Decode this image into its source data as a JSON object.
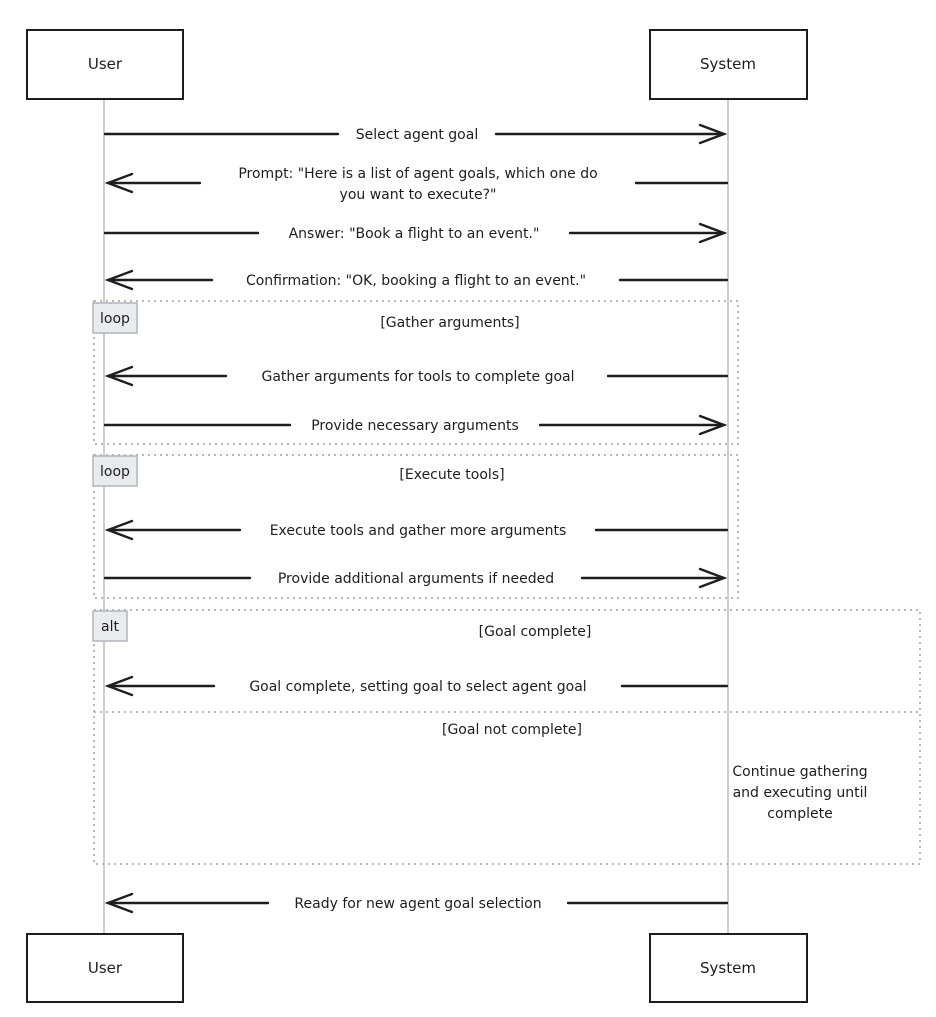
{
  "actors": {
    "user": "User",
    "system": "System"
  },
  "messages": [
    {
      "id": "m1",
      "lines": [
        "Select agent goal"
      ],
      "direction": "right"
    },
    {
      "id": "m2",
      "lines": [
        "Prompt: \"Here is a list of agent goals, which one do",
        "you want to execute?\""
      ],
      "direction": "left"
    },
    {
      "id": "m3",
      "lines": [
        "Answer: \"Book a flight to an event.\""
      ],
      "direction": "right"
    },
    {
      "id": "m4",
      "lines": [
        "Confirmation: \"OK, booking a flight to an event.\""
      ],
      "direction": "left"
    },
    {
      "id": "m5",
      "lines": [
        "Gather arguments for tools to complete goal"
      ],
      "direction": "left"
    },
    {
      "id": "m6",
      "lines": [
        "Provide necessary arguments"
      ],
      "direction": "right"
    },
    {
      "id": "m7",
      "lines": [
        "Execute tools and gather more arguments"
      ],
      "direction": "left"
    },
    {
      "id": "m8",
      "lines": [
        "Provide additional arguments if needed"
      ],
      "direction": "right"
    },
    {
      "id": "m9",
      "lines": [
        "Goal complete, setting goal to select agent goal"
      ],
      "direction": "left"
    },
    {
      "id": "m10",
      "lines": [
        "Ready for new agent goal selection"
      ],
      "direction": "left"
    }
  ],
  "frames": [
    {
      "id": "f1",
      "type": "loop",
      "guard": "[Gather arguments]"
    },
    {
      "id": "f2",
      "type": "loop",
      "guard": "[Execute tools]"
    },
    {
      "id": "f3",
      "type": "alt",
      "guard": "[Goal complete]",
      "else_guard": "[Goal not complete]"
    }
  ],
  "note": {
    "lines": [
      "Continue gathering",
      "and executing until",
      "complete"
    ]
  }
}
